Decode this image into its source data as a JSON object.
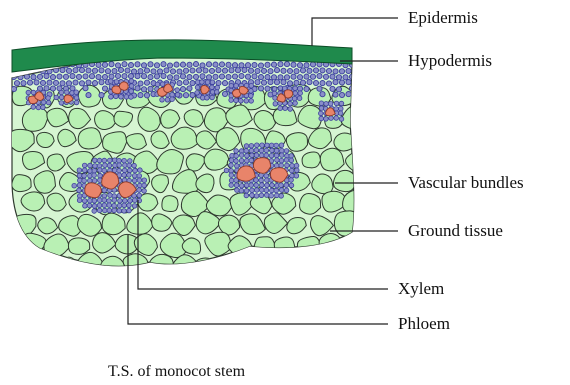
{
  "labels": {
    "epidermis": "Epidermis",
    "hypodermis": "Hypodermis",
    "vascular_bundles": "Vascular bundles",
    "ground_tissue": "Ground tissue",
    "xylem": "Xylem",
    "phloem": "Phloem"
  },
  "caption": "T.S. of monocot stem",
  "colors": {
    "epidermis": "#1f8a4c",
    "hypodermis_cell": "#3b3f9c",
    "ground_cell": "#b9f0b4",
    "ground_outline": "#2f3a2f",
    "xylem": "#e8846a",
    "phloem_dot": "#8a8fc8"
  }
}
